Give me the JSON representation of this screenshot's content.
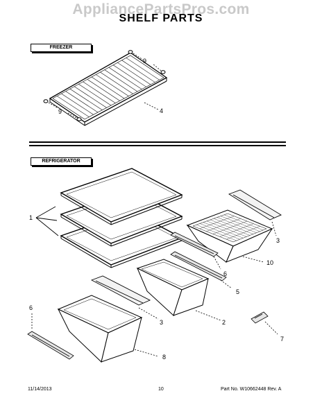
{
  "watermark": "AppliancePartsPros.com",
  "title": "SHELF PARTS",
  "sections": {
    "freezer": "FREEZER",
    "refrigerator": "REFRIGERATOR"
  },
  "callouts": {
    "freezer_screw_top": "9",
    "freezer_screw_bottom": "9",
    "freezer_wire_shelf": "4",
    "glass_shelves": "1",
    "right_bin_cover": "3",
    "crisper_frame_right": "6",
    "right_rail": "5",
    "right_crisper": "10",
    "center_bin_cover": "3",
    "center_crisper": "2",
    "left_rail": "6",
    "clip": "7",
    "left_crisper": "8"
  },
  "footer": {
    "date": "11/14/2013",
    "page": "10",
    "part_no": "Part No. W10662448  Rev. A"
  }
}
